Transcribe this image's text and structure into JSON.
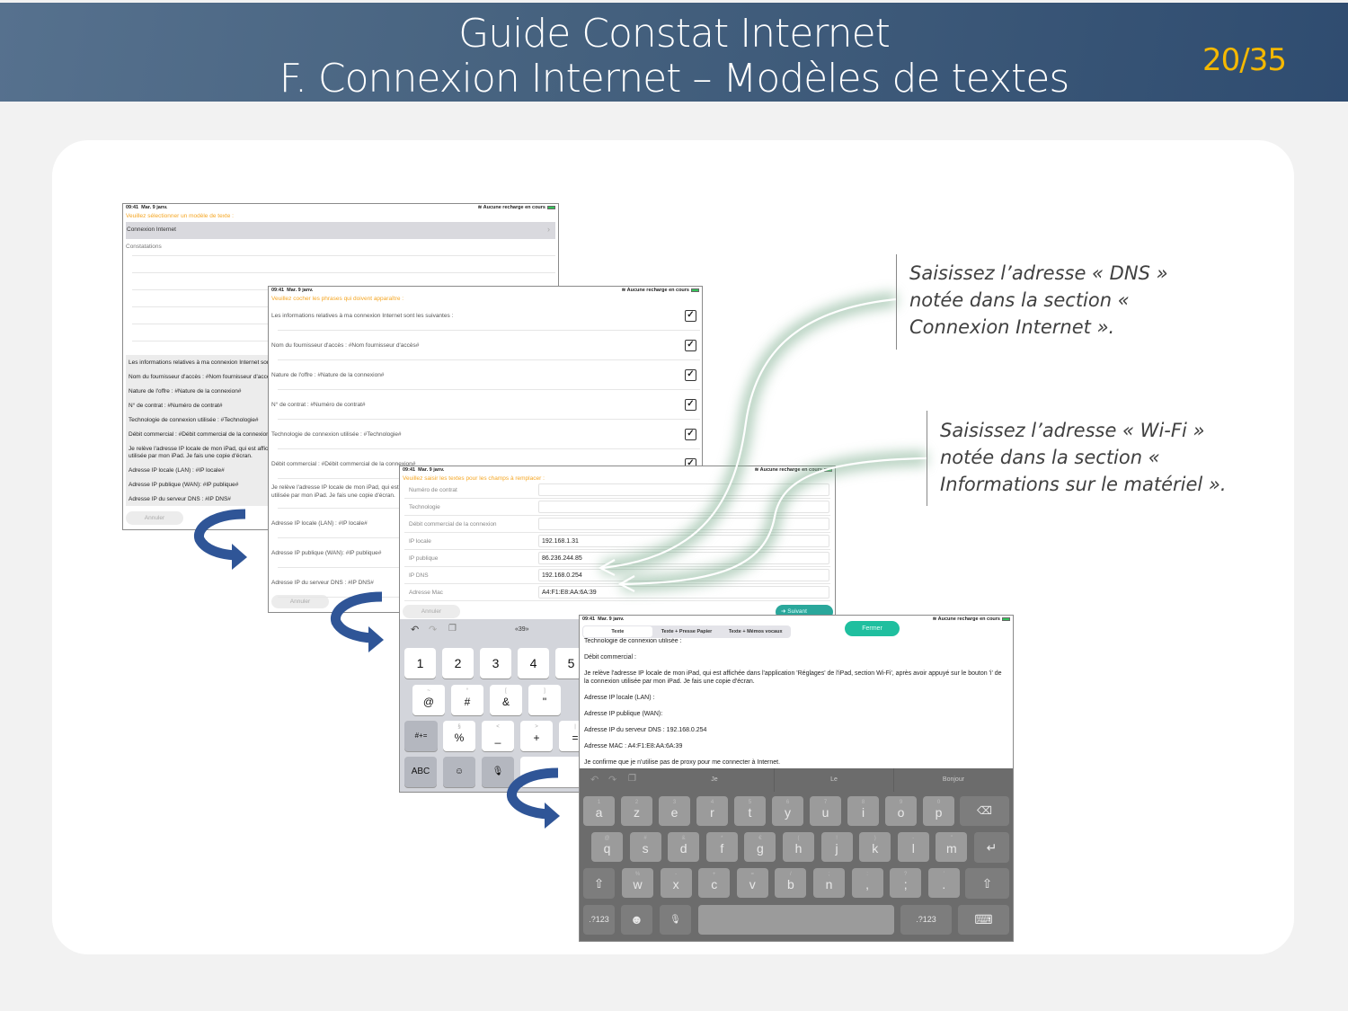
{
  "header": {
    "title_line1": "Guide Constat Internet",
    "title_line2": "F. Connexion Internet – Modèles de textes",
    "page_number": "20/35"
  },
  "status_bar": {
    "time": "09:41",
    "date": "Mar. 9 janv.",
    "charging": "Aucune recharge en cours"
  },
  "screen1": {
    "prompt": "Veuillez sélectionner un modèle de texte :",
    "selected_item": "Connexion Internet",
    "item2": "Constatations",
    "preview_lines": [
      "Les informations relatives à ma connexion Internet sont les suivantes :",
      "Nom du fournisseur d'accès : #Nom fournisseur d'accès#",
      "Nature de l'offre : #Nature de la connexion#",
      "N° de contrat : #Numéro de contrat#",
      "Technologie de connexion utilisée : #Technologie#",
      "Débit commercial : #Débit commercial de la connexion#",
      "Je relève l'adresse IP locale de mon iPad, qui est affichée dans l'application 'Réglages' de l'iPad, section Wi-Fi, après avoir appuyé sur le bouton 'i' de la connexion utilisée par mon iPad. Je fais une copie d'écran.",
      "Adresse IP locale (LAN) : #IP locale#",
      "Adresse IP publique (WAN): #IP publique#",
      "Adresse IP du serveur DNS : #IP DNS#"
    ],
    "cancel": "Annuler"
  },
  "screen2": {
    "prompt": "Veuillez cocher les phrases qui doivent apparaître :",
    "items": [
      "Les informations relatives à ma connexion Internet sont les suivantes :",
      "Nom du fournisseur d'accès : #Nom fournisseur d'accès#",
      "Nature de l'offre : #Nature de la connexion#",
      "N° de contrat : #Numéro de contrat#",
      "Technologie de connexion utilisée : #Technologie#",
      "Débit commercial : #Débit commercial de la connexion#",
      "Je relève l'adresse IP locale de mon iPad, qui est affichée dans l'application 'Réglages' de l'iPad, section Wi-Fi, après avoir appuyé sur le bouton 'i' de la connexion utilisée par mon iPad. Je fais une copie d'écran.",
      "Adresse IP locale (LAN) : #IP locale#",
      "Adresse IP publique (WAN): #IP publique#",
      "Adresse IP du serveur DNS : #IP DNS#"
    ],
    "checked_glyph": "✓",
    "cancel": "Annuler"
  },
  "screen3": {
    "prompt": "Veuillez saisir les textes pour les champs à remplacer :",
    "fields": [
      {
        "label": "Numéro de contrat",
        "value": ""
      },
      {
        "label": "Technologie",
        "value": ""
      },
      {
        "label": "Débit commercial de la connexion",
        "value": ""
      },
      {
        "label": "IP locale",
        "value": "192.168.1.31"
      },
      {
        "label": "IP publique",
        "value": "86.236.244.85"
      },
      {
        "label": "IP DNS",
        "value": "192.168.0.254"
      },
      {
        "label": "Adresse Mac",
        "value": "A4:F1:E8:AA:6A:39"
      }
    ],
    "cancel": "Annuler",
    "next": "Suivant",
    "keyboard": {
      "suggestion": "«39»",
      "row1": [
        "1",
        "2",
        "3",
        "4",
        "5"
      ],
      "row2": [
        {
          "k": "@",
          "s": "~"
        },
        {
          "k": "#",
          "s": "°"
        },
        {
          "k": "&",
          "s": "["
        },
        {
          "k": "\"",
          "s": "]"
        }
      ],
      "row3": [
        {
          "k": "#+=",
          "s": ""
        },
        {
          "k": "%",
          "s": "§"
        },
        {
          "k": "_",
          "s": "<"
        },
        {
          "k": "+",
          "s": ">"
        },
        {
          "k": "=",
          "s": "|"
        }
      ],
      "row4": [
        "ABC",
        "☺",
        "🎙"
      ]
    }
  },
  "screen4": {
    "tabs": [
      "Texte",
      "Texte + Presse Papier",
      "Texte + Mémos vocaux"
    ],
    "close": "Fermer",
    "text_lines": [
      "Technologie de connexion utilisée :",
      "Débit commercial :",
      "Je relève l'adresse IP locale de mon iPad, qui est affichée dans l'application 'Réglages' de l'iPad, section Wi-Fi', après avoir appuyé sur le bouton 'i' de la connexion utilisée par mon iPad. Je fais une copie d'écran.",
      "Adresse IP locale (LAN) :",
      "Adresse IP publique (WAN):",
      "Adresse IP du serveur DNS : 192.168.0.254",
      "Adresse MAC : A4:F1:E8:AA:6A:39",
      "Je confirme que je n'utilise pas de proxy pour me connecter à Internet."
    ],
    "suggestions": [
      "Je",
      "Le",
      "Bonjour"
    ],
    "keyboard": {
      "row1": [
        {
          "k": "a",
          "s": "1"
        },
        {
          "k": "z",
          "s": "2"
        },
        {
          "k": "e",
          "s": "3"
        },
        {
          "k": "r",
          "s": "4"
        },
        {
          "k": "t",
          "s": "5"
        },
        {
          "k": "y",
          "s": "6"
        },
        {
          "k": "u",
          "s": "7"
        },
        {
          "k": "i",
          "s": "8"
        },
        {
          "k": "o",
          "s": "9"
        },
        {
          "k": "p",
          "s": "0"
        }
      ],
      "row2": [
        {
          "k": "q",
          "s": "@"
        },
        {
          "k": "s",
          "s": "#"
        },
        {
          "k": "d",
          "s": "&"
        },
        {
          "k": "f",
          "s": "*"
        },
        {
          "k": "g",
          "s": "€"
        },
        {
          "k": "h",
          "s": "("
        },
        {
          "k": "j",
          "s": "!"
        },
        {
          "k": "k",
          "s": ")"
        },
        {
          "k": "l",
          "s": "-"
        },
        {
          "k": "m",
          "s": "\""
        }
      ],
      "row3": [
        {
          "k": "w",
          "s": "%"
        },
        {
          "k": "x",
          "s": "-"
        },
        {
          "k": "c",
          "s": "+"
        },
        {
          "k": "v",
          "s": "="
        },
        {
          "k": "b",
          "s": "/"
        },
        {
          "k": "n",
          "s": ";"
        },
        {
          "k": ",",
          "s": ":"
        },
        {
          "k": ";",
          "s": "?"
        },
        {
          "k": ".",
          "s": "'"
        }
      ],
      "mode_key": ".?123",
      "backspace": "⌫",
      "return": "↵",
      "shift": "⇧",
      "emoji": "☻",
      "mic": "🎙",
      "hide": "⌨"
    }
  },
  "callouts": {
    "dns": "Saisissez l’adresse « DNS » notée dans la section « Connexion Internet ».",
    "wifi": "Saisissez l’adresse « Wi-Fi » notée dans la section « Informations sur le matériel »."
  },
  "colors": {
    "header_start": "#56718e",
    "header_end": "#2f4c70",
    "page_number": "#f5b800",
    "accent_orange": "#f5a623",
    "teal": "#1fbf9f",
    "arrow_blue": "#2f5597",
    "glow_green": "#7fae90"
  }
}
